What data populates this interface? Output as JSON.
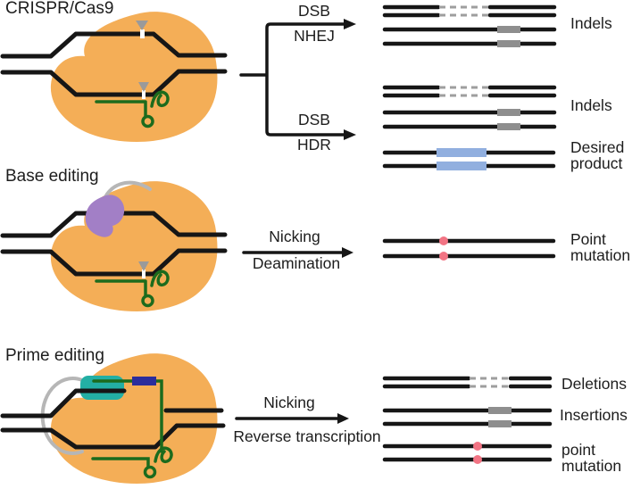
{
  "figure": {
    "rows": [
      {
        "title": "CRISPR/Cas9",
        "pathways": [
          {
            "label_top": "DSB",
            "label_bottom": "NHEJ",
            "outcome": "Indels"
          },
          {
            "label_top": "DSB",
            "label_bottom": "HDR",
            "outcome_indels": "Indels",
            "outcome_desired_line1": "Desired",
            "outcome_desired_line2": "product"
          }
        ]
      },
      {
        "title": "Base editing",
        "pathway": {
          "label_top": "Nicking",
          "label_bottom": "Deamination",
          "outcome_line1": "Point",
          "outcome_line2": "mutation"
        }
      },
      {
        "title": "Prime editing",
        "pathway": {
          "label_top": "Nicking",
          "label_bottom": "Reverse transcription",
          "outcome_deletions": "Deletions",
          "outcome_insertions": "Insertions",
          "outcome_point_line1": "point",
          "outcome_point_line2": "mutation"
        }
      }
    ],
    "colors": {
      "cas9_protein": "#F4AE57",
      "guide_rna": "#1C6B1D",
      "deaminase": "#A27FC6",
      "reverse_transcriptase": "#23AFA4",
      "rt_template": "#2B2D9C",
      "linker": "#B6B6B6",
      "cut_marker": "#9A9A9A",
      "insertion": "#8E8E8E",
      "dashes": "#9E9E9E",
      "desired_insert": "#91AFDF",
      "point_mutation": "#F27484",
      "dna": "#161616"
    }
  }
}
